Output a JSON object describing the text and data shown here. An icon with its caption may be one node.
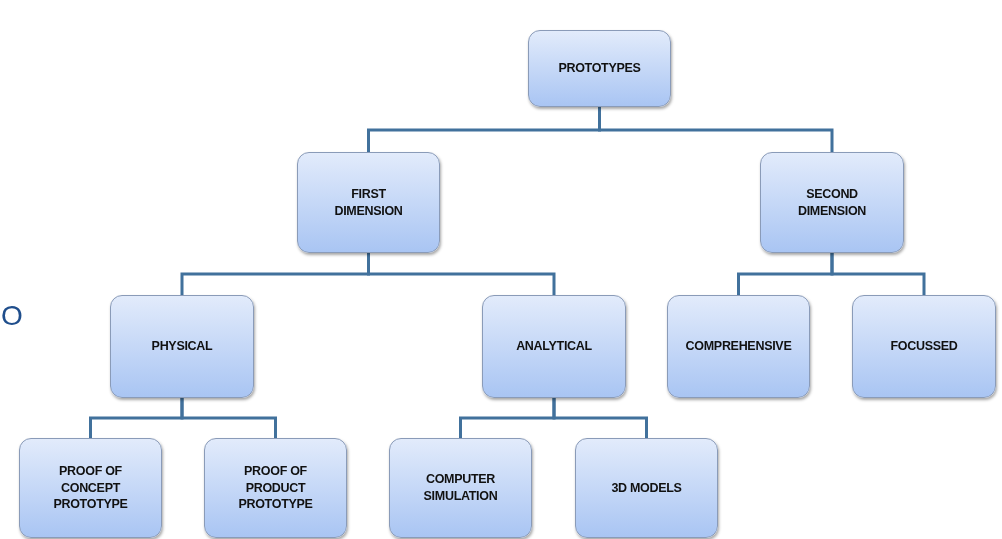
{
  "diagram": {
    "nodes": [
      {
        "text": [
          "PROTOTYPES"
        ]
      },
      {
        "text": [
          "FIRST DIMENSION"
        ]
      },
      {
        "text": [
          "SECOND DIMENSION"
        ]
      },
      {
        "text": [
          "PHYSICAL"
        ]
      },
      {
        "text": [
          "ANALYTICAL"
        ]
      },
      {
        "text": [
          "COMPREHENSIVE"
        ]
      },
      {
        "text": [
          "FOCUSSED"
        ]
      },
      {
        "text": [
          "PROOF OF CONCEPT PROTOTYPE"
        ]
      },
      {
        "text": [
          "PROOF OF PRODUCT PROTOTYPE"
        ]
      },
      {
        "text": [
          "COMPUTER SIMULATION"
        ]
      },
      {
        "text": [
          "3D MODELS"
        ]
      }
    ],
    "edges": [
      {
        "from": 0,
        "to": 1,
        "arrow": "none"
      },
      {
        "from": 0,
        "to": 2,
        "arrow": "none"
      },
      {
        "from": 1,
        "to": 3,
        "arrow": "none"
      },
      {
        "from": 1,
        "to": 4,
        "arrow": "none"
      },
      {
        "from": 2,
        "to": 5,
        "arrow": "none"
      },
      {
        "from": 2,
        "to": 6,
        "arrow": "none"
      },
      {
        "from": 3,
        "to": 7,
        "arrow": "none"
      },
      {
        "from": 3,
        "to": 8,
        "arrow": "none"
      },
      {
        "from": 4,
        "to": 9,
        "arrow": "none"
      },
      {
        "from": 4,
        "to": 10,
        "arrow": "none"
      }
    ],
    "labels": [
      "O"
    ]
  }
}
